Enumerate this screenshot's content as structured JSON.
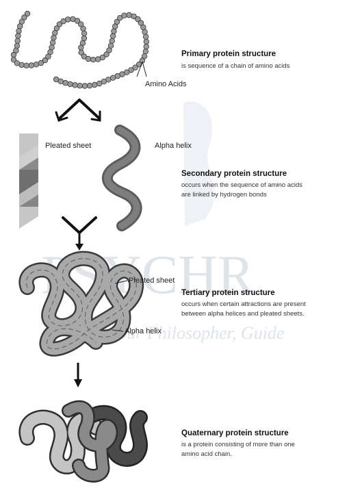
{
  "watermark": {
    "text": "PSYCHR",
    "subtext": "Your Philosopher, Guide"
  },
  "stages": [
    {
      "title": "Primary protein structure",
      "description": [
        "is sequence of a chain of amino acids"
      ],
      "labels": [
        "Amino Acids"
      ]
    },
    {
      "title": "Secondary protein structure",
      "description": [
        "occurs when the sequence of amino acids",
        "are linked by hydrogen bonds"
      ],
      "labels": [
        "Pleated sheet",
        "Alpha helix"
      ]
    },
    {
      "title": "Tertiary protein structure",
      "description": [
        "occurs when certain attractions are present",
        "between alpha helices and pleated sheets."
      ],
      "labels": [
        "Pleated sheet",
        "Alpha helix"
      ]
    },
    {
      "title": "Quaternary protein structure",
      "description": [
        "is a protein consisting of more than one",
        "amino acid chain."
      ],
      "labels": []
    }
  ],
  "colors": {
    "bead": "#9a9a9a",
    "sheet_light": "#bdbdbd",
    "sheet_dark": "#6f6f6f",
    "helix": "#7a7a7a",
    "tertiary": "#a8a8a8",
    "quaternary_light": "#c4c4c4",
    "quaternary_mid": "#8a8a8a",
    "quaternary_dark": "#4a4a4a",
    "watermark": "#dfe3ea"
  }
}
